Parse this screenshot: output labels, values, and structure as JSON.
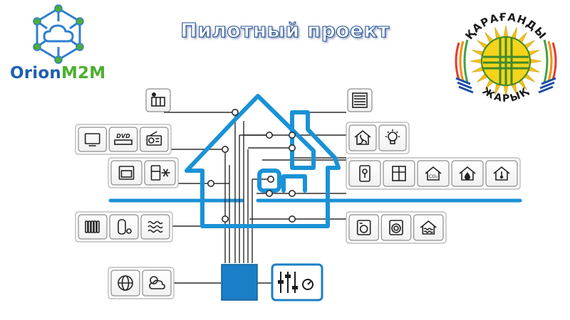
{
  "title": "Пилотный проект",
  "logo_left": {
    "part1": "Orion",
    "part2": "M2M",
    "icon": "cloud-network-icon"
  },
  "logo_right": {
    "top_text": "ҚАРАҒАНДЫ",
    "bottom_text": "ЖАРЫҚ",
    "icon": "sun-emblem-icon"
  },
  "device_icons": {
    "solar_panel": "solar-panel-icon",
    "tv": "tv-icon",
    "dvd": "dvd-icon",
    "dvd_label": "DVD",
    "radio": "radio-icon",
    "oven": "oven-icon",
    "fridge": "fridge-icon",
    "radiator": "radiator-icon",
    "boiler": "boiler-icon",
    "floor_heating": "floor-heating-icon",
    "globe": "globe-icon",
    "weather": "weather-icon",
    "blinds": "blinds-icon",
    "ventilation": "fan-icon",
    "bulb": "light-bulb-icon",
    "lock": "lock-icon",
    "window": "window-icon",
    "co2": "co2-sensor-icon",
    "co2_label": "CO₂",
    "water": "water-drop-icon",
    "thermostat": "thermostat-icon",
    "washer": "washing-machine-icon",
    "dryer": "dryer-icon",
    "heating": "heating-icon",
    "controller": "control-panel-icon"
  },
  "colors": {
    "house_line": "#1a92d6",
    "controller_box": "#1a7fc7",
    "wire": "#2b2b2b",
    "box_border": "#9a9a9a",
    "title_stroke": "#1f4e96",
    "brand_blue": "#1e5fae",
    "brand_green": "#4caf2e"
  }
}
